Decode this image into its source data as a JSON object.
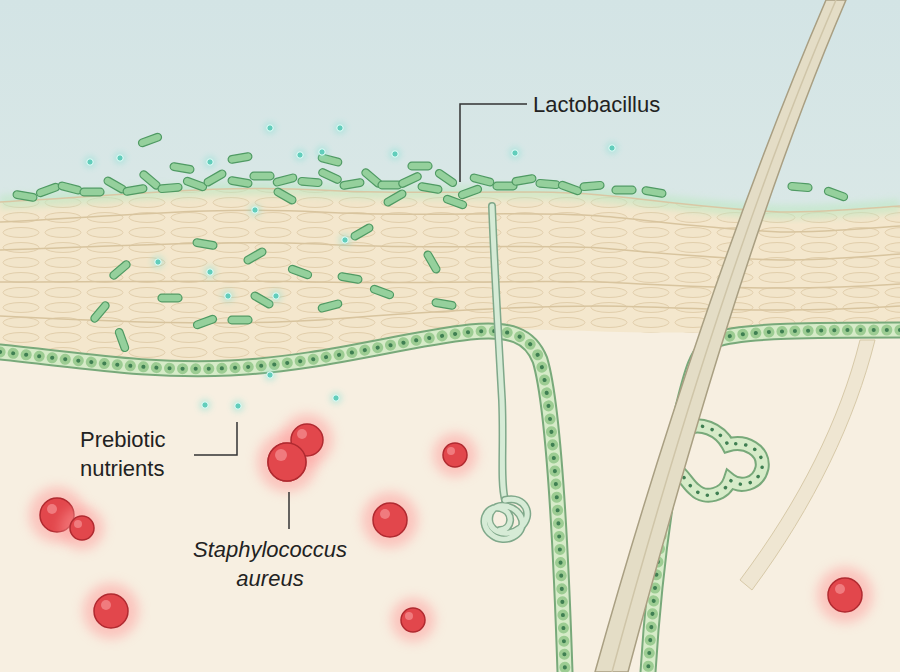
{
  "diagram": {
    "labels": [
      "Lactobacillus",
      "Prebiotic nutrients",
      "Staphylococcus aureus"
    ]
  }
}
